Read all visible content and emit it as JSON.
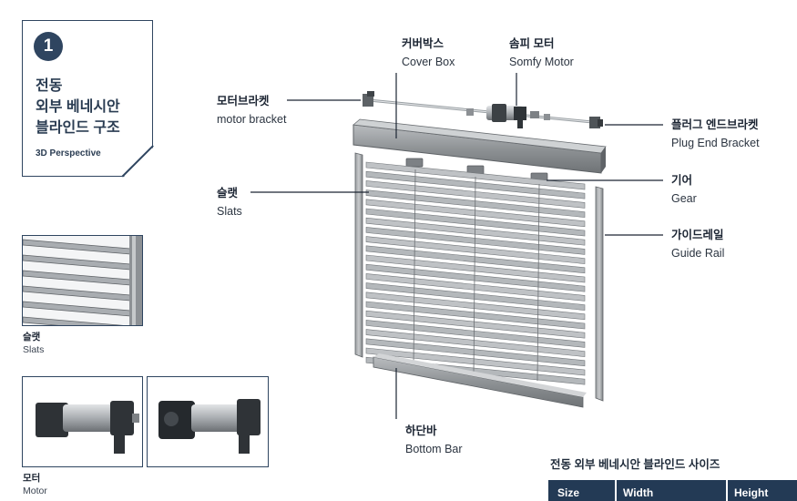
{
  "title_card": {
    "number": "1",
    "title": "전동\n외부 베네시안\n블라인드 구조",
    "subtitle": "3D Perspective"
  },
  "labels": {
    "cover_box": {
      "ko": "커버박스",
      "en": "Cover Box"
    },
    "somfy_motor": {
      "ko": "솜피 모터",
      "en": "Somfy Motor"
    },
    "motor_bracket": {
      "ko": "모터브라켓",
      "en": "motor bracket"
    },
    "plug_end_bracket": {
      "ko": "플러그 엔드브라켓",
      "en": "Plug End Bracket"
    },
    "slats": {
      "ko": "슬랫",
      "en": "Slats"
    },
    "gear": {
      "ko": "기어",
      "en": "Gear"
    },
    "guide_rail": {
      "ko": "가이드레일",
      "en": "Guide Rail"
    },
    "bottom_bar": {
      "ko": "하단바",
      "en": "Bottom Bar"
    }
  },
  "thumbnails": {
    "slats": {
      "ko": "슬랫",
      "en": "Slats"
    },
    "motor": {
      "ko": "모터",
      "en": "Motor"
    }
  },
  "size_table": {
    "title": "전동 외부 베네시안 블라인드 사이즈",
    "columns": [
      "Size",
      "Width",
      "Height"
    ]
  },
  "colors": {
    "navy": "#2f4560",
    "header_bg": "#233a55",
    "metal": "#8a8e92"
  }
}
